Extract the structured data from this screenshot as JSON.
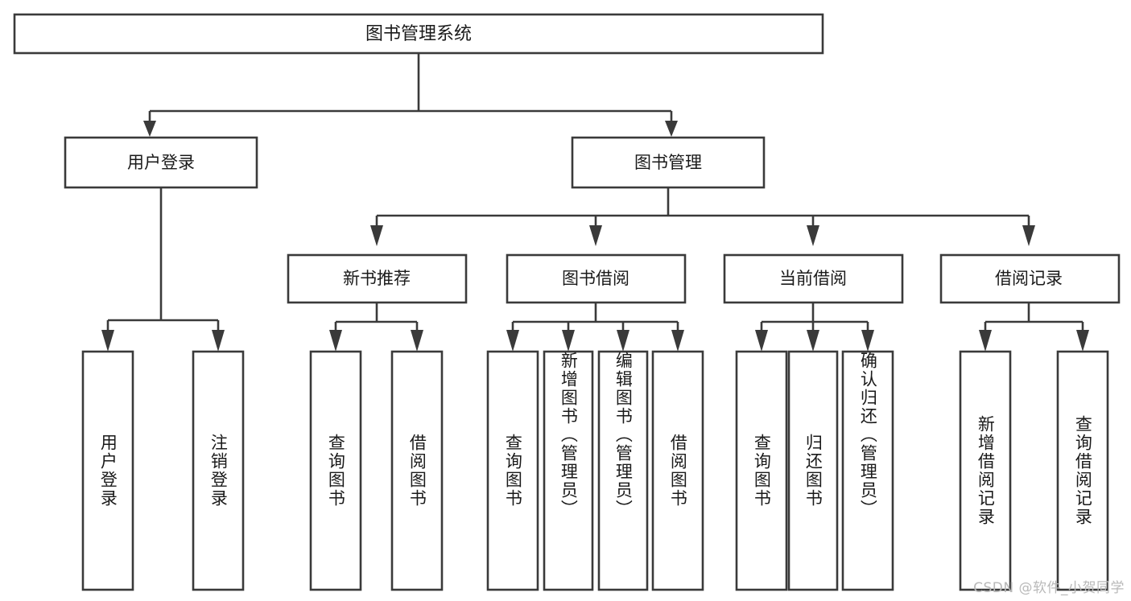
{
  "diagram": {
    "type": "tree-hierarchy-chart",
    "title": "图书管理系统",
    "background_color": "#ffffff",
    "line_color": "#3a3a3a",
    "text_color": "#1a1a1a",
    "root": {
      "label": "图书管理系统"
    },
    "level2": [
      {
        "label": "用户登录"
      },
      {
        "label": "图书管理"
      }
    ],
    "level3": [
      {
        "label": "新书推荐"
      },
      {
        "label": "图书借阅"
      },
      {
        "label": "当前借阅"
      },
      {
        "label": "借阅记录"
      }
    ],
    "leaves": {
      "user_login": [
        {
          "label": "用户登录"
        },
        {
          "label": "注销登录"
        }
      ],
      "new_book_recommend": [
        {
          "label": "查询图书"
        },
        {
          "label": "借阅图书"
        }
      ],
      "book_borrow": [
        {
          "label": "查询图书"
        },
        {
          "label": "新增图书（管理员）"
        },
        {
          "label": "编辑图书（管理员）"
        },
        {
          "label": "借阅图书"
        }
      ],
      "current_borrow": [
        {
          "label": "查询图书"
        },
        {
          "label": "归还图书"
        },
        {
          "label": "确认归还（管理员）"
        }
      ],
      "borrow_record": [
        {
          "label": "新增借阅记录"
        },
        {
          "label": "查询借阅记录"
        }
      ]
    }
  },
  "watermark": {
    "text": "CSDN @软件_小贺同学"
  }
}
